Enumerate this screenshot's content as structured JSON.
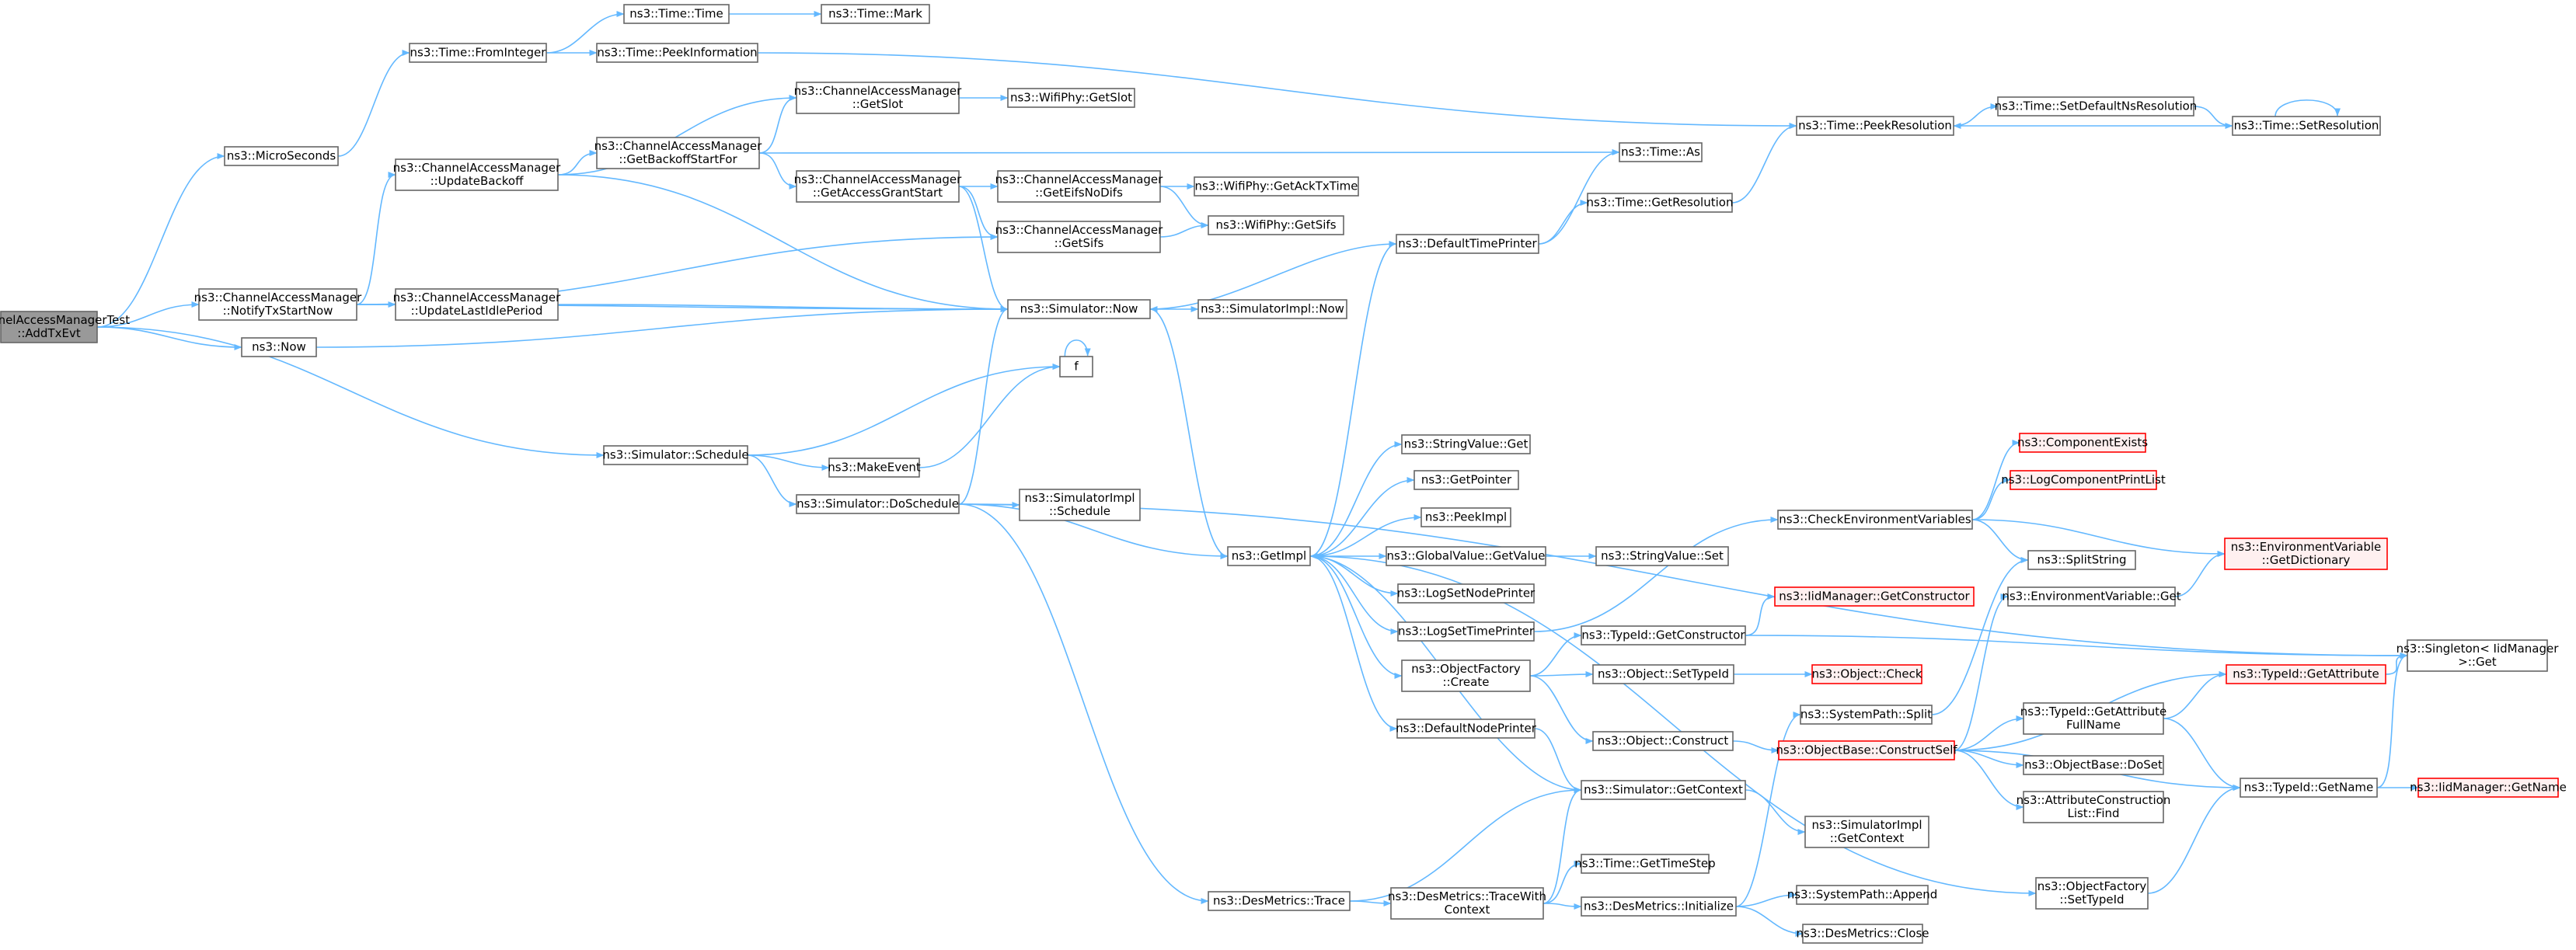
{
  "graph": {
    "edge_color": "#63b8ff",
    "node_border_color": "#666666",
    "root_fill": "#999999",
    "truncated_border_color": "#ff0000",
    "nodes": [
      {
        "id": "root",
        "lines": [
          "ChannelAccessManagerTest",
          "::AddTxEvt"
        ],
        "style": "root"
      },
      {
        "id": "micro",
        "lines": [
          "ns3::MicroSeconds"
        ]
      },
      {
        "id": "notify",
        "lines": [
          "ns3::ChannelAccessManager",
          "::NotifyTxStartNow"
        ]
      },
      {
        "id": "now",
        "lines": [
          "ns3::Now"
        ]
      },
      {
        "id": "schedule",
        "lines": [
          "ns3::Simulator::Schedule"
        ]
      },
      {
        "id": "fromint",
        "lines": [
          "ns3::Time::FromInteger"
        ]
      },
      {
        "id": "timetime",
        "lines": [
          "ns3::Time::Time"
        ]
      },
      {
        "id": "timemark",
        "lines": [
          "ns3::Time::Mark"
        ]
      },
      {
        "id": "peekinfo",
        "lines": [
          "ns3::Time::PeekInformation"
        ]
      },
      {
        "id": "peekres",
        "lines": [
          "ns3::Time::PeekResolution"
        ]
      },
      {
        "id": "setdefres",
        "lines": [
          "ns3::Time::SetDefaultNsResolution"
        ]
      },
      {
        "id": "setres",
        "lines": [
          "ns3::Time::SetResolution"
        ]
      },
      {
        "id": "updbackoff",
        "lines": [
          "ns3::ChannelAccessManager",
          "::UpdateBackoff"
        ]
      },
      {
        "id": "updidle",
        "lines": [
          "ns3::ChannelAccessManager",
          "::UpdateLastIdlePeriod"
        ]
      },
      {
        "id": "getslot",
        "lines": [
          "ns3::ChannelAccessManager",
          "::GetSlot"
        ]
      },
      {
        "id": "wifigetslot",
        "lines": [
          "ns3::WifiPhy::GetSlot"
        ]
      },
      {
        "id": "getbackoff",
        "lines": [
          "ns3::ChannelAccessManager",
          "::GetBackoffStartFor"
        ]
      },
      {
        "id": "timeas",
        "lines": [
          "ns3::Time::As"
        ]
      },
      {
        "id": "getaccess",
        "lines": [
          "ns3::ChannelAccessManager",
          "::GetAccessGrantStart"
        ]
      },
      {
        "id": "geteifs",
        "lines": [
          "ns3::ChannelAccessManager",
          "::GetEifsNoDifs"
        ]
      },
      {
        "id": "getack",
        "lines": [
          "ns3::WifiPhy::GetAckTxTime"
        ]
      },
      {
        "id": "cgetsifs",
        "lines": [
          "ns3::ChannelAccessManager",
          "::GetSifs"
        ]
      },
      {
        "id": "wgetsifs",
        "lines": [
          "ns3::WifiPhy::GetSifs"
        ]
      },
      {
        "id": "getresolution",
        "lines": [
          "ns3::Time::GetResolution"
        ]
      },
      {
        "id": "deftimeprinter",
        "lines": [
          "ns3::DefaultTimePrinter"
        ]
      },
      {
        "id": "simnow",
        "lines": [
          "ns3::Simulator::Now"
        ]
      },
      {
        "id": "simimplnow",
        "lines": [
          "ns3::SimulatorImpl::Now"
        ]
      },
      {
        "id": "f",
        "lines": [
          "f"
        ]
      },
      {
        "id": "makeevent",
        "lines": [
          "ns3::MakeEvent"
        ]
      },
      {
        "id": "doschedule",
        "lines": [
          "ns3::Simulator::DoSchedule"
        ]
      },
      {
        "id": "simimplsched",
        "lines": [
          "ns3::SimulatorImpl",
          "::Schedule"
        ]
      },
      {
        "id": "getimpl",
        "lines": [
          "ns3::GetImpl"
        ]
      },
      {
        "id": "strget",
        "lines": [
          "ns3::StringValue::Get"
        ]
      },
      {
        "id": "getpointer",
        "lines": [
          "ns3::GetPointer"
        ]
      },
      {
        "id": "peekimpl",
        "lines": [
          "ns3::PeekImpl"
        ]
      },
      {
        "id": "globalget",
        "lines": [
          "ns3::GlobalValue::GetValue"
        ]
      },
      {
        "id": "strset",
        "lines": [
          "ns3::StringValue::Set"
        ]
      },
      {
        "id": "lognode",
        "lines": [
          "ns3::LogSetNodePrinter"
        ]
      },
      {
        "id": "logtime",
        "lines": [
          "ns3::LogSetTimePrinter"
        ]
      },
      {
        "id": "objfactcreate",
        "lines": [
          "ns3::ObjectFactory",
          "::Create"
        ]
      },
      {
        "id": "defnodeprinter",
        "lines": [
          "ns3::DefaultNodePrinter"
        ]
      },
      {
        "id": "desmetrics",
        "lines": [
          "ns3::DesMetrics::Trace"
        ]
      },
      {
        "id": "tracewith",
        "lines": [
          "ns3::DesMetrics::TraceWith",
          "Context"
        ]
      },
      {
        "id": "checkenv",
        "lines": [
          "ns3::CheckEnvironmentVariables"
        ]
      },
      {
        "id": "compexists",
        "lines": [
          "ns3::ComponentExists"
        ],
        "style": "trunc"
      },
      {
        "id": "logcomplist",
        "lines": [
          "ns3::LogComponentPrintList"
        ],
        "style": "trunc"
      },
      {
        "id": "envdict",
        "lines": [
          "ns3::EnvironmentVariable",
          "::GetDictionary"
        ],
        "style": "trunc"
      },
      {
        "id": "splitstring",
        "lines": [
          "ns3::SplitString"
        ]
      },
      {
        "id": "envget",
        "lines": [
          "ns3::EnvironmentVariable::Get"
        ]
      },
      {
        "id": "typeidgetctor",
        "lines": [
          "ns3::TypeId::GetConstructor"
        ]
      },
      {
        "id": "iidgetctor",
        "lines": [
          "ns3::IidManager::GetConstructor"
        ],
        "style": "trunc"
      },
      {
        "id": "objsettypeid",
        "lines": [
          "ns3::Object::SetTypeId"
        ]
      },
      {
        "id": "objcheck",
        "lines": [
          "ns3::Object::Check"
        ],
        "style": "trunc"
      },
      {
        "id": "objconstruct",
        "lines": [
          "ns3::Object::Construct"
        ]
      },
      {
        "id": "syspathsplit",
        "lines": [
          "ns3::SystemPath::Split"
        ]
      },
      {
        "id": "constructself",
        "lines": [
          "ns3::ObjectBase::ConstructSelf"
        ],
        "style": "trunc"
      },
      {
        "id": "typeidgetattr",
        "lines": [
          "ns3::TypeId::GetAttribute"
        ],
        "style": "trunc"
      },
      {
        "id": "getattrfull",
        "lines": [
          "ns3::TypeId::GetAttribute",
          "FullName"
        ]
      },
      {
        "id": "objbasedoset",
        "lines": [
          "ns3::ObjectBase::DoSet"
        ]
      },
      {
        "id": "attrlistfind",
        "lines": [
          "ns3::AttributeConstruction",
          "List::Find"
        ]
      },
      {
        "id": "singleton",
        "lines": [
          "ns3::Singleton< IidManager",
          ">::Get"
        ]
      },
      {
        "id": "typeidgetname",
        "lines": [
          "ns3::TypeId::GetName"
        ]
      },
      {
        "id": "iidgetname",
        "lines": [
          "ns3::IidManager::GetName"
        ],
        "style": "trunc"
      },
      {
        "id": "simgetctx",
        "lines": [
          "ns3::Simulator::GetContext"
        ]
      },
      {
        "id": "simimplctx",
        "lines": [
          "ns3::SimulatorImpl",
          "::GetContext"
        ]
      },
      {
        "id": "gettimestep",
        "lines": [
          "ns3::Time::GetTimeStep"
        ]
      },
      {
        "id": "desinit",
        "lines": [
          "ns3::DesMetrics::Initialize"
        ]
      },
      {
        "id": "syspathappend",
        "lines": [
          "ns3::SystemPath::Append"
        ]
      },
      {
        "id": "desclose",
        "lines": [
          "ns3::DesMetrics::Close"
        ]
      },
      {
        "id": "objfactsettype",
        "lines": [
          "ns3::ObjectFactory",
          "::SetTypeId"
        ]
      }
    ],
    "edges": [
      [
        "root",
        "micro"
      ],
      [
        "root",
        "notify"
      ],
      [
        "root",
        "now"
      ],
      [
        "root",
        "schedule"
      ],
      [
        "micro",
        "fromint"
      ],
      [
        "fromint",
        "timetime"
      ],
      [
        "fromint",
        "peekinfo"
      ],
      [
        "timetime",
        "timemark"
      ],
      [
        "peekinfo",
        "peekres"
      ],
      [
        "peekres",
        "setdefres"
      ],
      [
        "setdefres",
        "setres"
      ],
      [
        "setres",
        "peekres"
      ],
      [
        "setres",
        "setres"
      ],
      [
        "notify",
        "updbackoff"
      ],
      [
        "notify",
        "updidle"
      ],
      [
        "notify",
        "cgetsifs"
      ],
      [
        "notify",
        "simnow"
      ],
      [
        "updbackoff",
        "getslot"
      ],
      [
        "updbackoff",
        "getbackoff"
      ],
      [
        "updbackoff",
        "simnow"
      ],
      [
        "getbackoff",
        "getslot"
      ],
      [
        "getbackoff",
        "timeas"
      ],
      [
        "getbackoff",
        "getaccess"
      ],
      [
        "getslot",
        "wifigetslot"
      ],
      [
        "getaccess",
        "geteifs"
      ],
      [
        "getaccess",
        "cgetsifs"
      ],
      [
        "getaccess",
        "simnow"
      ],
      [
        "geteifs",
        "getack"
      ],
      [
        "geteifs",
        "wgetsifs"
      ],
      [
        "cgetsifs",
        "wgetsifs"
      ],
      [
        "updidle",
        "simnow"
      ],
      [
        "now",
        "simnow"
      ],
      [
        "simnow",
        "simimplnow"
      ],
      [
        "simnow",
        "getimpl"
      ],
      [
        "deftimeprinter",
        "simnow"
      ],
      [
        "deftimeprinter",
        "timeas"
      ],
      [
        "deftimeprinter",
        "getresolution"
      ],
      [
        "getresolution",
        "peekres"
      ],
      [
        "schedule",
        "f"
      ],
      [
        "schedule",
        "makeevent"
      ],
      [
        "schedule",
        "doschedule"
      ],
      [
        "makeevent",
        "f"
      ],
      [
        "f",
        "f"
      ],
      [
        "doschedule",
        "simimplsched"
      ],
      [
        "doschedule",
        "getimpl"
      ],
      [
        "doschedule",
        "simnow"
      ],
      [
        "doschedule",
        "desmetrics"
      ],
      [
        "doschedule",
        "singleton"
      ],
      [
        "getimpl",
        "deftimeprinter"
      ],
      [
        "getimpl",
        "strget"
      ],
      [
        "getimpl",
        "getpointer"
      ],
      [
        "getimpl",
        "peekimpl"
      ],
      [
        "getimpl",
        "globalget"
      ],
      [
        "getimpl",
        "lognode"
      ],
      [
        "getimpl",
        "logtime"
      ],
      [
        "getimpl",
        "objfactcreate"
      ],
      [
        "getimpl",
        "defnodeprinter"
      ],
      [
        "getimpl",
        "objfactsettype"
      ],
      [
        "globalget",
        "strset"
      ],
      [
        "logtime",
        "checkenv"
      ],
      [
        "checkenv",
        "compexists"
      ],
      [
        "checkenv",
        "logcomplist"
      ],
      [
        "checkenv",
        "envdict"
      ],
      [
        "checkenv",
        "splitstring"
      ],
      [
        "objfactcreate",
        "typeidgetctor"
      ],
      [
        "objfactcreate",
        "objsettypeid"
      ],
      [
        "objfactcreate",
        "objconstruct"
      ],
      [
        "typeidgetctor",
        "iidgetctor"
      ],
      [
        "typeidgetctor",
        "singleton"
      ],
      [
        "objsettypeid",
        "objcheck"
      ],
      [
        "objconstruct",
        "constructself"
      ],
      [
        "constructself",
        "typeidgetattr"
      ],
      [
        "constructself",
        "getattrfull"
      ],
      [
        "constructself",
        "objbasedoset"
      ],
      [
        "constructself",
        "attrlistfind"
      ],
      [
        "constructself",
        "envget"
      ],
      [
        "constructself",
        "typeidgetname"
      ],
      [
        "getattrfull",
        "typeidgetattr"
      ],
      [
        "getattrfull",
        "typeidgetname"
      ],
      [
        "typeidgetattr",
        "singleton"
      ],
      [
        "typeidgetname",
        "singleton"
      ],
      [
        "typeidgetname",
        "iidgetname"
      ],
      [
        "envget",
        "envdict"
      ],
      [
        "syspathsplit",
        "splitstring"
      ],
      [
        "defnodeprinter",
        "simgetctx"
      ],
      [
        "simgetctx",
        "getimpl"
      ],
      [
        "simgetctx",
        "simimplctx"
      ],
      [
        "desmetrics",
        "simgetctx"
      ],
      [
        "desmetrics",
        "tracewith"
      ],
      [
        "tracewith",
        "simgetctx"
      ],
      [
        "tracewith",
        "gettimestep"
      ],
      [
        "tracewith",
        "desinit"
      ],
      [
        "desinit",
        "syspathsplit"
      ],
      [
        "desinit",
        "syspathappend"
      ],
      [
        "desinit",
        "desclose"
      ],
      [
        "objfactsettype",
        "typeidgetname"
      ]
    ]
  }
}
